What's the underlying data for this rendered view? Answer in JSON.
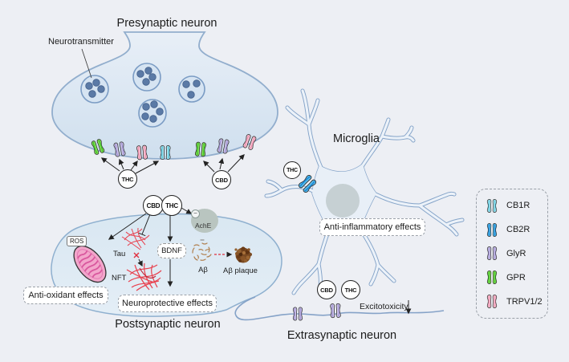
{
  "background_color": "#edeff4",
  "presynaptic": {
    "title": "Presynaptic neuron",
    "neurotransmitter_label": "Neurotransmitter"
  },
  "postsynaptic": {
    "title": "Postsynaptic neuron",
    "ros": "ROS",
    "tau": "Tau",
    "nft": "NFT",
    "bdnf": "BDNF",
    "abeta": "Aβ",
    "abeta_plaque": "Aβ plaque",
    "ache": "AchE",
    "ache_minus": "−",
    "antioxidant_effects": "Anti-oxidant effects",
    "neuroprotective_effects": "Neuroprotective effects"
  },
  "microglia": {
    "title": "Microglia",
    "antiinflammatory_effects": "Anti-inflammatory effects"
  },
  "extrasynaptic": {
    "title": "Extrasynaptic neuron",
    "excitotoxicity": "Excitotoxicity"
  },
  "molecules": {
    "thc": "THC",
    "cbd": "CBD"
  },
  "legend": {
    "items": [
      {
        "label": "CB1R",
        "fill": "#b2e7f0",
        "stripe": "#56c3da"
      },
      {
        "label": "CB2R",
        "fill": "#58bdee",
        "stripe": "#1d87d2"
      },
      {
        "label": "GlyR",
        "fill": "#cdc5ea",
        "stripe": "#a295d3"
      },
      {
        "label": "GPR",
        "fill": "#86e358",
        "stripe": "#44c02c"
      },
      {
        "label": "TRPV1/2",
        "fill": "#f7c3d2",
        "stripe": "#ee95b2"
      }
    ]
  },
  "colors": {
    "membrane_stroke": "#8fa9cc",
    "neuron_fill": "#dde9f4",
    "vesicle_fill": "#d6e4f2",
    "vesicle_dot": "#5b7aa6",
    "mitochondria_fill": "#f3a6cb",
    "tangle_red": "#e8404e",
    "plaque_brown": "#7a4a22",
    "ache_fill": "#b9c5c0",
    "microglia_nucleus": "#c6d0d3"
  }
}
